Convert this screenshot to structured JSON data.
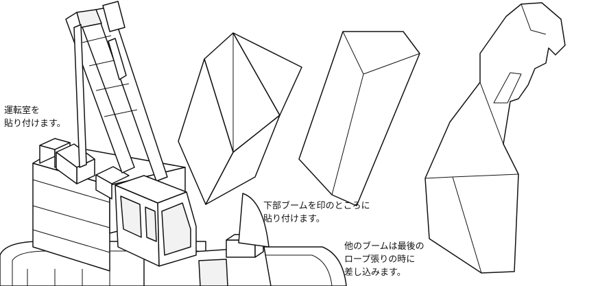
{
  "notes": {
    "cab": {
      "line1": "運転室を",
      "line2": "貼り付けます。"
    },
    "lower_boom": {
      "line1": "下部ブームを印のところに",
      "line2": "貼り付けます。"
    },
    "other_booms": {
      "line1": "他のブームは最後の",
      "line2": "ロープ張りの時に",
      "line3": "差し込みます。"
    }
  },
  "colors": {
    "line": "#111111",
    "background": "#ffffff"
  }
}
